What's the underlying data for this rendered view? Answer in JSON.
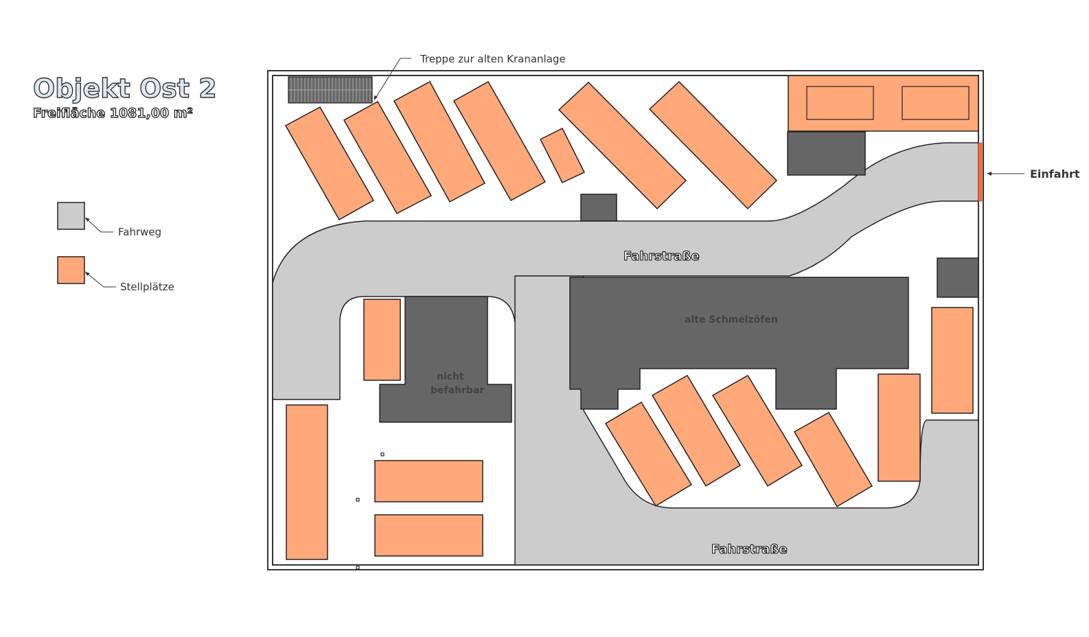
{
  "title": "Objekt Ost 2",
  "subtitle": "Freifläche 1081,00 m²",
  "legend": [
    {
      "key": "road",
      "label": "Fahrweg",
      "color": "#cccccc"
    },
    {
      "key": "parking",
      "label": "Stellplätze",
      "color": "#ffa87a"
    }
  ],
  "annotations": {
    "stairs": "Treppe zur alten Krananlage",
    "entrance": "Einfahrt"
  },
  "labels": {
    "road_top": "Fahrstraße",
    "road_bottom": "Fahrstraße",
    "furnaces": "alte Schmelzöfen",
    "not_drivable_line1": "nicht",
    "not_drivable_line2": "befahrbar"
  },
  "colors": {
    "parking": "#ffa87a",
    "road": "#cccccc",
    "building": "#666666",
    "entrance": "#ff6a3a",
    "outline": "#222222"
  }
}
